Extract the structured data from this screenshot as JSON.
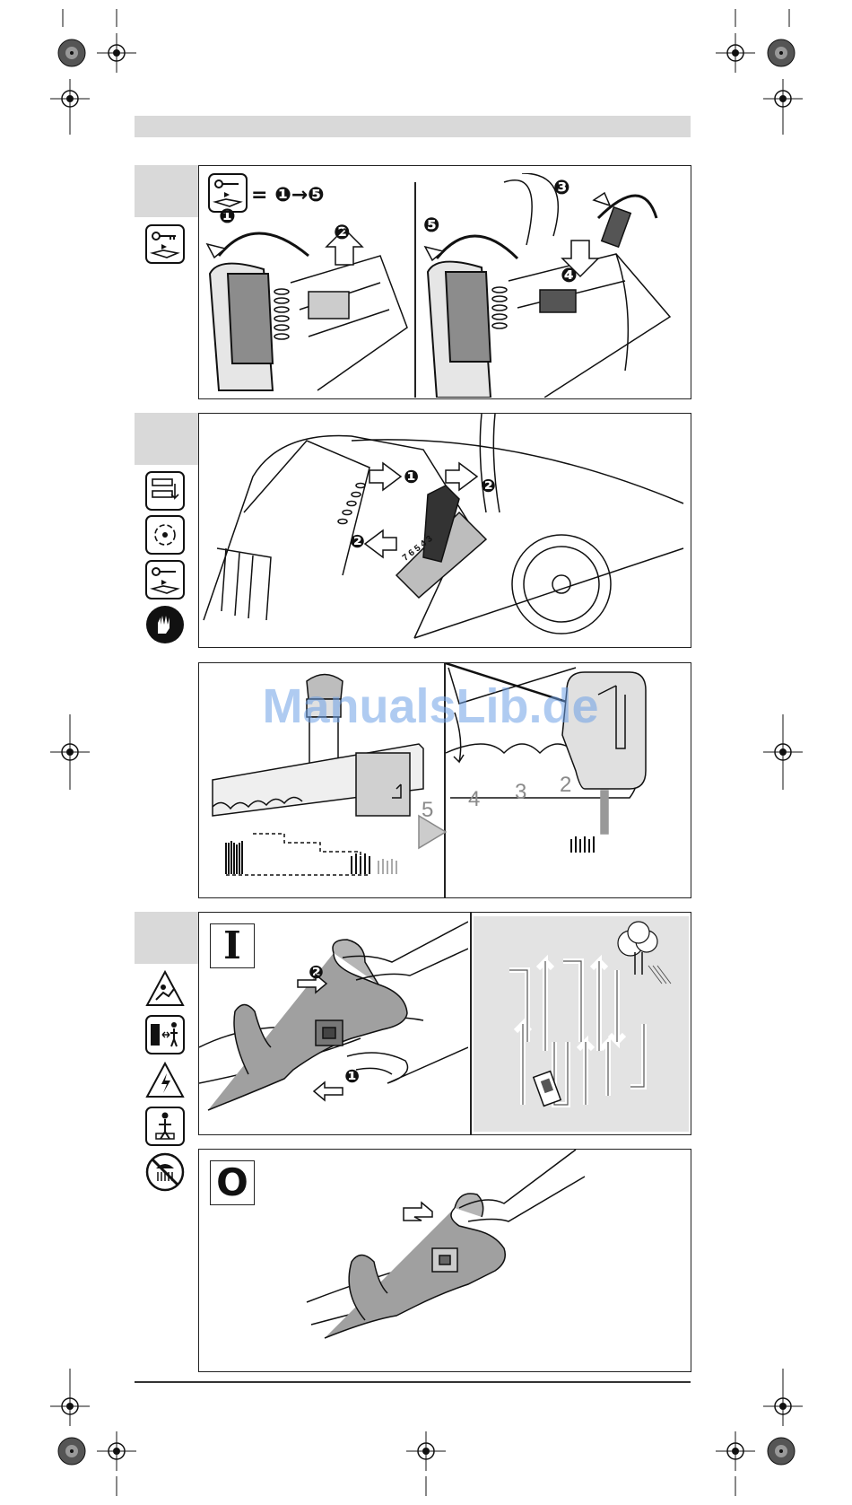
{
  "header": {
    "band_color": "#d9d9d9"
  },
  "watermark": {
    "text": "ManualsLib.de"
  },
  "figure1": {
    "equation": "= ❶→❺",
    "steps_left": [
      "❶",
      "❷"
    ],
    "steps_right": [
      "❸",
      "❹",
      "❺"
    ]
  },
  "figure2": {
    "steps": [
      "❶",
      "❷",
      "❷"
    ],
    "scale": "7 6 5 4 3"
  },
  "figure3": {
    "scale_numbers": [
      "5",
      "4",
      "3",
      "2"
    ]
  },
  "figure4": {
    "switch_symbol": "I",
    "steps": [
      "❷",
      "❶"
    ]
  },
  "figure5": {
    "switch_symbol": "O"
  },
  "colors": {
    "panel_border": "#222222",
    "tab_grey": "#d9d9d9",
    "part_grey": "#8c8c8c",
    "dark": "#111111"
  }
}
